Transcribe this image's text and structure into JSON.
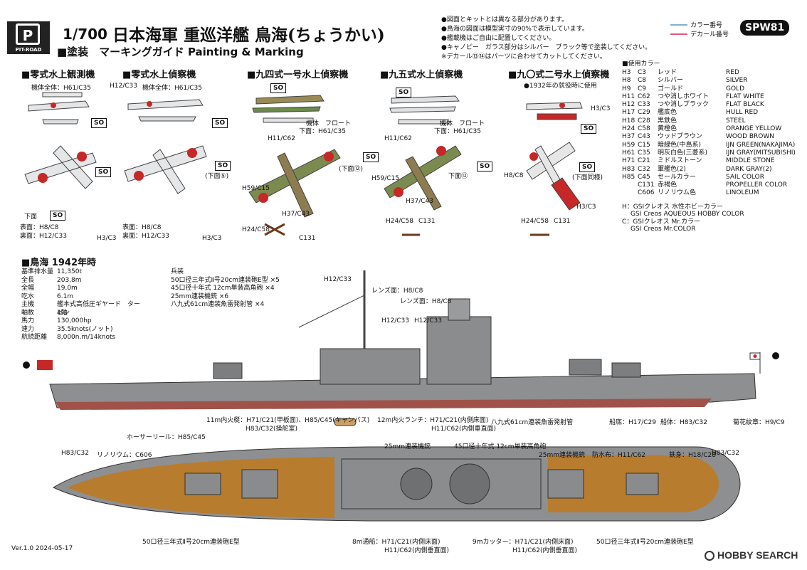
{
  "header": {
    "logo_text": "PIT-ROAD",
    "scale": "1/700",
    "title": "日本海軍 重巡洋艦 鳥海(ちょうかい)",
    "subtitle": "■塗装　マーキングガイド Painting & Marking",
    "product_code": "SPW81",
    "notes": [
      "●図面とキットとは異なる部分があります。",
      "●鳥海の図面は模型実寸の90%で表示しています。",
      "●艦載機はご自由に配置してください。",
      "●キャノピー　ガラス部分はシルバー　ブラック等で塗装してください。",
      "※デカール⑬⑭はパーツに合わせてカットしてください。"
    ],
    "legend": {
      "color_number": "カラー番号",
      "decal_number": "デカール番号",
      "colors": {
        "color_line": "#7fb0d8",
        "decal_line": "#e0587a"
      }
    }
  },
  "aircraft": [
    {
      "title": "■零式水上観測機",
      "labels": [
        "機体全体：H61/C35",
        "表面：H8/C8",
        "裏面：H12/C33",
        "H3/C3",
        "下面"
      ]
    },
    {
      "title": "■零式水上偵察機",
      "labels": [
        "H12/C33",
        "機体全体：H61/C35",
        "表面：H8/C8",
        "裏面：H12/C33",
        "H3/C3",
        "(下面⑤)"
      ]
    },
    {
      "title": "■九四式一号水上偵察機",
      "labels": [
        "機体　フロート",
        "下面：H61/C35",
        "H11/C62",
        "H59/C15",
        "H37/C43",
        "H24/C58",
        "C131",
        "(下面⑫)"
      ]
    },
    {
      "title": "■九五式水上偵察機",
      "labels": [
        "機体　フロート",
        "下面：H61/C35",
        "H11/C62",
        "H59/C15",
        "H37/C43",
        "H24/C58",
        "C131",
        "下面⑫"
      ]
    },
    {
      "title": "■九〇式二号水上偵察機",
      "labels": [
        "●1932年の就役時に使用",
        "H3/C3",
        "H8/C8",
        "(下面同様)",
        "H3/C3",
        "H24/C58",
        "C131"
      ]
    }
  ],
  "so_badge": "SO",
  "colors_table": {
    "title": "■使用カラー",
    "rows": [
      [
        "H3",
        "C3",
        "レッド",
        "RED"
      ],
      [
        "H8",
        "C8",
        "シルバー",
        "SILVER"
      ],
      [
        "H9",
        "C9",
        "ゴールド",
        "GOLD"
      ],
      [
        "H11",
        "C62",
        "つや消しホワイト",
        "FLAT WHITE"
      ],
      [
        "H12",
        "C33",
        "つや消しブラック",
        "FLAT BLACK"
      ],
      [
        "H17",
        "C29",
        "艦底色",
        "HULL RED"
      ],
      [
        "H18",
        "C28",
        "黒鉄色",
        "STEEL"
      ],
      [
        "H24",
        "C58",
        "黄橙色",
        "ORANGE YELLOW"
      ],
      [
        "H37",
        "C43",
        "ウッドブラウン",
        "WOOD BROWN"
      ],
      [
        "H59",
        "C15",
        "暗緑色(中島系)",
        "IJN GREEN(NAKAJIMA)"
      ],
      [
        "H61",
        "C35",
        "明灰白色(三菱系)",
        "IJN GRAY(MITSUBISHI)"
      ],
      [
        "H71",
        "C21",
        "ミドルストーン",
        "MIDDLE STONE"
      ],
      [
        "H83",
        "C32",
        "軍艦色(2)",
        "DARK GRAY(2)"
      ],
      [
        "H85",
        "C45",
        "セールカラー",
        "SAIL COLOR"
      ],
      [
        "",
        "C131",
        "赤褐色",
        "PROPELLER COLOR"
      ],
      [
        "",
        "C606",
        "リノリウム色",
        "LINOLEUM"
      ]
    ],
    "footnotes": [
      "H：GSIクレオス 水性ホビーカラー",
      "GSI Creos AQUEOUS HOBBY COLOR",
      "C：GSIクレオス Mr.カラー",
      "GSI Creos Mr.COLOR"
    ]
  },
  "ship": {
    "section_title": "■鳥海 1942年時",
    "specs": [
      [
        "基準排水量",
        "11,350t"
      ],
      [
        "全長",
        "203.8m"
      ],
      [
        "全幅",
        "19.0m"
      ],
      [
        "吃水",
        "6.1m"
      ],
      [
        "主機",
        "艦本式高低圧ギヤード　タービン"
      ],
      [
        "軸数",
        "4軸"
      ],
      [
        "馬力",
        "130,000hp"
      ],
      [
        "速力",
        "35.5knots(ノット)"
      ],
      [
        "航続距離",
        "8,000n.m/14knots"
      ]
    ],
    "armament_title": "兵装",
    "armament": [
      "50口径三年式Ⅱ号20cm連装砲E型 ×5",
      "45口径十年式 12cm単装高角砲 ×4",
      "25mm連装機銃 ×6",
      "八九式61cm連装魚雷発射管 ×4"
    ],
    "side_labels": [
      "H12/C33",
      "レンズ面：H8/C8",
      "レンズ面：H8/C8",
      "H12/C33",
      "H12/C33",
      "八九式61cm連装魚雷発射管",
      "船底：H17/C29",
      "船体：H83/C32",
      "菊花紋章：H9/C9"
    ],
    "top_labels": [
      "11m内火艇：H71/C21(甲板面)、H85/C45(キャンバス)",
      "H83/C32(操舵室)",
      "12m内火ランチ：H71/C21(内側床面)",
      "H11/C62(内側垂直面)",
      "ホーサーリール：H85/C45",
      "H83/C32",
      "リノリウム：C606",
      "25mm連装機銃",
      "45口径十年式 12cm単装高角砲",
      "25mm連装機銃",
      "防水布：H11/C62",
      "鉄身：H18/C28",
      "H83/C32",
      "50口径三年式Ⅱ号20cm連装砲E型",
      "8m通船：H71/C21(内側床面)",
      "H11/C62(内側垂直面)",
      "9mカッター：H71/C21(内側床面)",
      "H11/C62(内側垂直面)",
      "50口径三年式Ⅱ号20cm連装砲E型"
    ],
    "palette": {
      "hull": "#8e8f91",
      "deck": "#b77c2e",
      "bottom": "#a0524a",
      "dark": "#555"
    }
  },
  "footer": {
    "version": "Ver.1.0 2024-05-17",
    "watermark": "HOBBY SEARCH"
  }
}
